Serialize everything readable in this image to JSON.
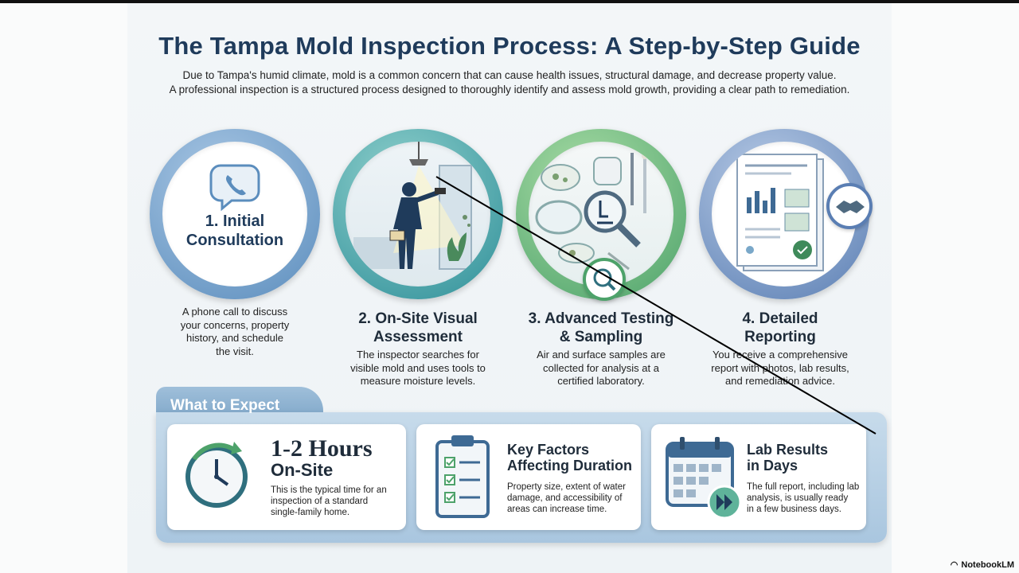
{
  "title": "The Tampa Mold Inspection Process: A Step-by-Step Guide",
  "intro_line1": "Due to Tampa's humid climate, mold is a common concern that can cause health issues, structural damage, and decrease property value.",
  "intro_line2": "A professional inspection is a structured process designed to thoroughly identify and assess mold growth, providing a clear path to remediation.",
  "steps": [
    {
      "head_line1": "1. Initial",
      "head_line2": "Consultation",
      "desc": [
        "A phone call to discuss",
        "your concerns, property",
        "history, and schedule",
        "the visit."
      ],
      "icon": "phone-chat-icon"
    },
    {
      "head_line1": "2. On-Site Visual",
      "head_line2": "Assessment",
      "desc": [
        "The inspector searches for",
        "visible mold and uses tools to",
        "measure moisture levels."
      ],
      "icon": "inspector-flashlight-icon"
    },
    {
      "head_line1": "3. Advanced Testing",
      "head_line2": "& Sampling",
      "desc": [
        "Air and surface samples are",
        "collected for analysis at a",
        "certified laboratory."
      ],
      "icon": "lab-sampling-icon"
    },
    {
      "head_line1": "4. Detailed",
      "head_line2": "Reporting",
      "desc": [
        "You receive a comprehensive",
        "report with photos, lab results,",
        "and remediation advice."
      ],
      "icon": "report-document-icon"
    }
  ],
  "expect": {
    "title": "What to Expect",
    "cards": [
      {
        "head_line1": "1-2  Hours",
        "head_line2": "On-Site",
        "desc": [
          "This is the typical time for an",
          "inspection of a standard",
          "single-family home."
        ],
        "icon": "clock-icon"
      },
      {
        "head_line1": "Key Factors",
        "head_line2": "Affecting Duration",
        "desc": [
          "Property size, extent of water",
          "damage, and accessibility of",
          "areas can increase time."
        ],
        "icon": "clipboard-checklist-icon"
      },
      {
        "head_line1": "Lab Results",
        "head_line2": "in Days",
        "desc": [
          "The full report, including lab",
          "analysis, is usually ready",
          "in a few business days."
        ],
        "icon": "calendar-fast-forward-icon"
      }
    ]
  },
  "brand": "NotebookLM",
  "colors": {
    "title": "#1f3b5b",
    "ring1": "#5b8dbd",
    "ring2": "#2f8f99",
    "ring3": "#4da26a",
    "ring4": "#5a7eb3",
    "panel": "#a9c6df"
  }
}
